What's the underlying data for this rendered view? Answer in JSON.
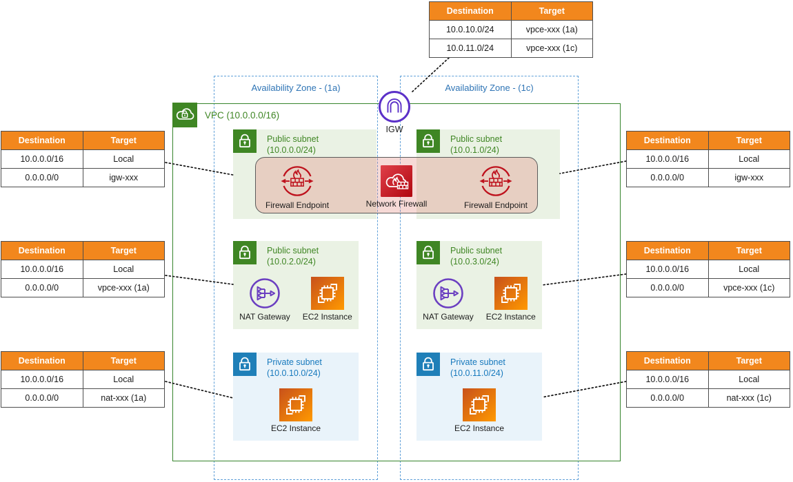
{
  "diagram": {
    "vpc_label": "VPC (10.0.0.0/16)",
    "igw_label": "IGW",
    "availability_zones": [
      {
        "label": "Availability Zone - (1a)"
      },
      {
        "label": "Availability Zone - (1c)"
      }
    ]
  },
  "table": {
    "headers": [
      "Destination",
      "Target"
    ]
  },
  "route_tables": [
    {
      "id": "igw-ingress",
      "rows": [
        [
          "10.0.10.0/24",
          "vpce-xxx (1a)"
        ],
        [
          "10.0.11.0/24",
          "vpce-xxx (1c)"
        ]
      ]
    },
    {
      "id": "firewall-subnet-1a",
      "rows": [
        [
          "10.0.0.0/16",
          "Local"
        ],
        [
          "0.0.0.0/0",
          "igw-xxx"
        ]
      ]
    },
    {
      "id": "public-subnet-1a",
      "rows": [
        [
          "10.0.0.0/16",
          "Local"
        ],
        [
          "0.0.0.0/0",
          "vpce-xxx (1a)"
        ]
      ]
    },
    {
      "id": "private-subnet-1a",
      "rows": [
        [
          "10.0.0.0/16",
          "Local"
        ],
        [
          "0.0.0.0/0",
          "nat-xxx (1a)"
        ]
      ]
    },
    {
      "id": "firewall-subnet-1c",
      "rows": [
        [
          "10.0.0.0/16",
          "Local"
        ],
        [
          "0.0.0.0/0",
          "igw-xxx"
        ]
      ]
    },
    {
      "id": "public-subnet-1c",
      "rows": [
        [
          "10.0.0.0/16",
          "Local"
        ],
        [
          "0.0.0.0/0",
          "vpce-xxx (1c)"
        ]
      ]
    },
    {
      "id": "private-subnet-1c",
      "rows": [
        [
          "10.0.0.0/16",
          "Local"
        ],
        [
          "0.0.0.0/0",
          "nat-xxx (1c)"
        ]
      ]
    }
  ],
  "subnets": [
    {
      "id": "public-1a-firewall",
      "type": "public",
      "label": "Public subnet",
      "cidr": "(10.0.0.0/24)",
      "items": []
    },
    {
      "id": "public-1c-firewall",
      "type": "public",
      "label": "Public subnet",
      "cidr": "(10.0.1.0/24)",
      "items": []
    },
    {
      "id": "public-1a",
      "type": "public",
      "label": "Public subnet",
      "cidr": "(10.0.2.0/24)",
      "items": [
        "nat",
        "ec2"
      ]
    },
    {
      "id": "public-1c",
      "type": "public",
      "label": "Public subnet",
      "cidr": "(10.0.3.0/24)",
      "items": [
        "nat",
        "ec2"
      ]
    },
    {
      "id": "private-1a",
      "type": "private",
      "label": "Private subnet",
      "cidr": "(10.0.10.0/24)",
      "items": [
        "ec2"
      ]
    },
    {
      "id": "private-1c",
      "type": "private",
      "label": "Private subnet",
      "cidr": "(10.0.11.0/24)",
      "items": [
        "ec2"
      ]
    }
  ],
  "icon_labels": {
    "nat": "NAT Gateway",
    "ec2": "EC2 Instance"
  },
  "firewall": {
    "endpoint_label": "Firewall Endpoint",
    "firewall_label": "Network Firewall"
  },
  "colors": {
    "table_header_orange": "#F2871D",
    "public_green": "#3F8624",
    "public_subnet_bg": "#EAF2E4",
    "private_blue": "#1F7FB8",
    "private_subnet_bg": "#E9F3FA",
    "az_label_blue": "#2E74B5",
    "az_border_blue": "#5E9FD8",
    "gateway_purple": "#5B30C8",
    "nat_purple": "#6B3FC1",
    "firewall_red": "#BE121D",
    "ec2_orange_gradient": [
      "#C8511B",
      "#FF9900"
    ],
    "band_overlay": "rgba(224,118,106,0.28)"
  }
}
